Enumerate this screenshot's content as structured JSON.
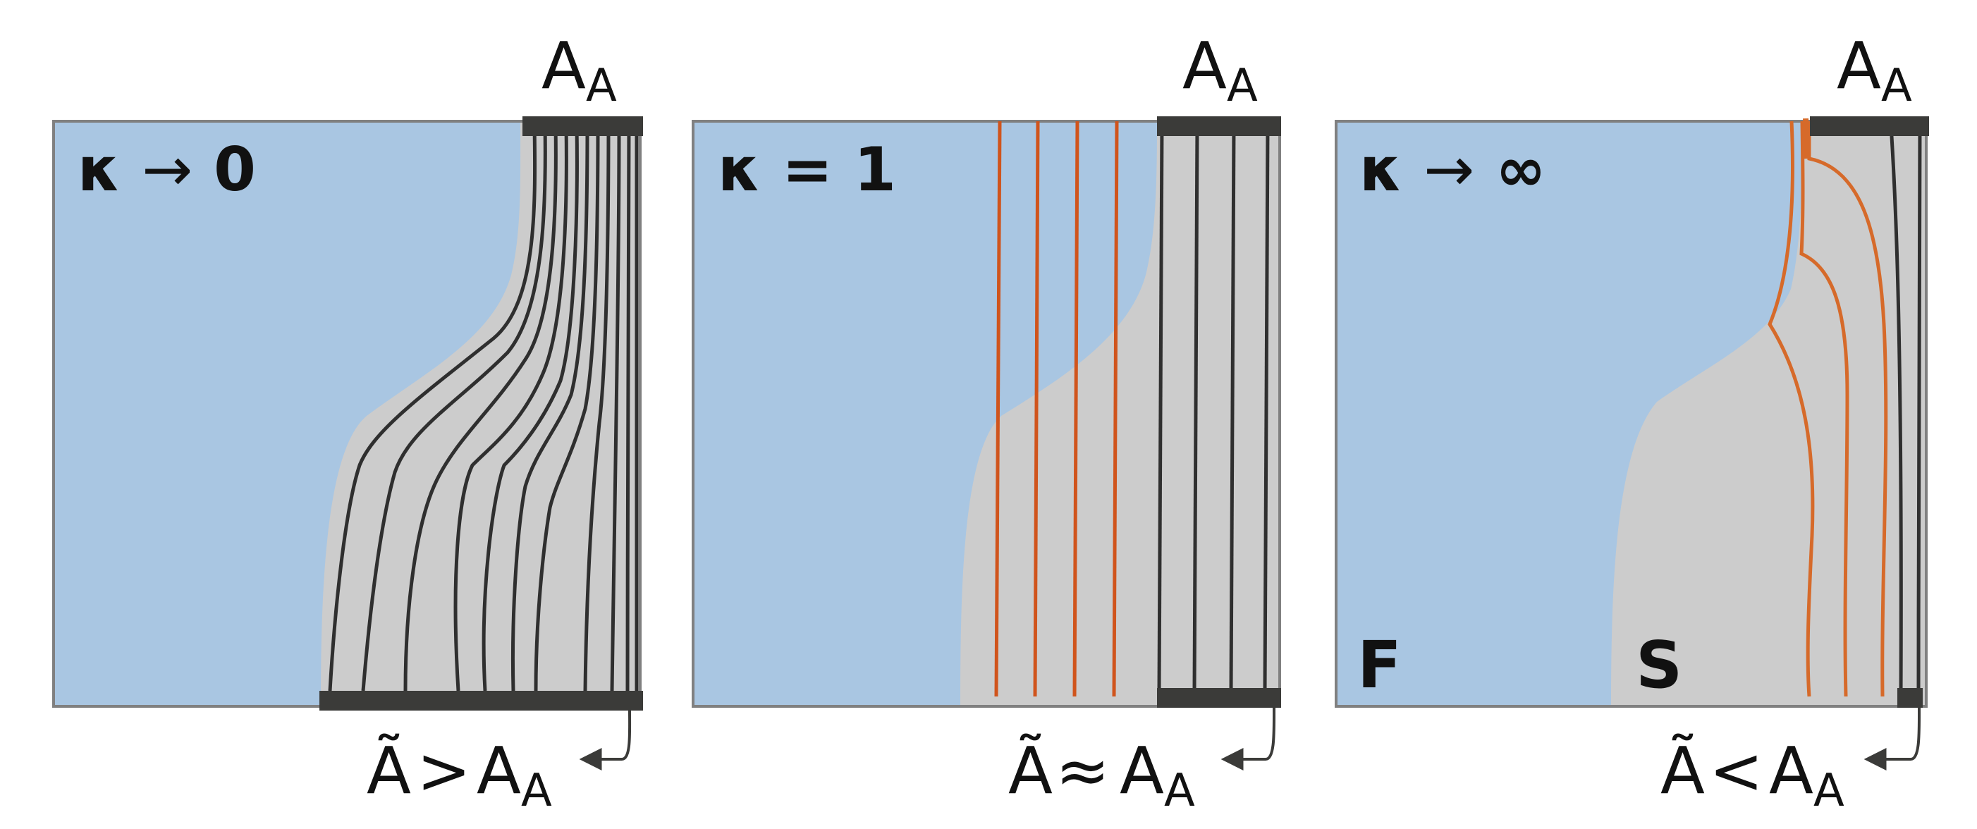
{
  "colors": {
    "fluid": "#a9c6e2",
    "solid": "#cccccc",
    "frame": "#808080",
    "bar": "#3b3b39",
    "line": "#2f2f2f",
    "flux": "#d0541c"
  },
  "panels": [
    {
      "kappa_symbol": "κ",
      "relation": "→",
      "value": "0",
      "top_label": "A",
      "top_label_sub": "A",
      "bottom_lhs": "Ã",
      "bottom_op": ">",
      "bottom_rhs": "A",
      "bottom_rhs_sub": "A"
    },
    {
      "kappa_symbol": "κ",
      "relation": "=",
      "value": "1",
      "top_label": "A",
      "top_label_sub": "A",
      "bottom_lhs": "Ã",
      "bottom_op": "≈",
      "bottom_rhs": "A",
      "bottom_rhs_sub": "A"
    },
    {
      "kappa_symbol": "κ",
      "relation": "→",
      "value": "∞",
      "top_label": "A",
      "top_label_sub": "A",
      "bottom_lhs": "Ã",
      "bottom_op": "<",
      "bottom_rhs": "A",
      "bottom_rhs_sub": "A",
      "region_fluid": "F",
      "region_solid": "S"
    }
  ]
}
